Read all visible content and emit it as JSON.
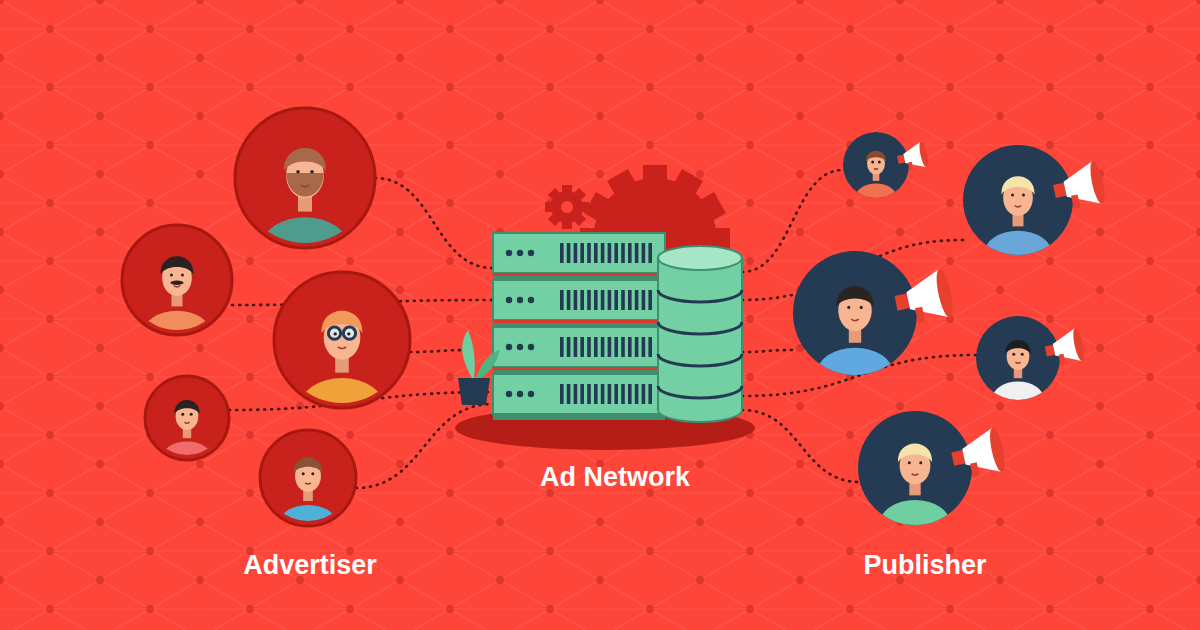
{
  "diagram": {
    "labels": [
      "Advertiser",
      "Ad Network",
      "Publisher"
    ]
  }
}
